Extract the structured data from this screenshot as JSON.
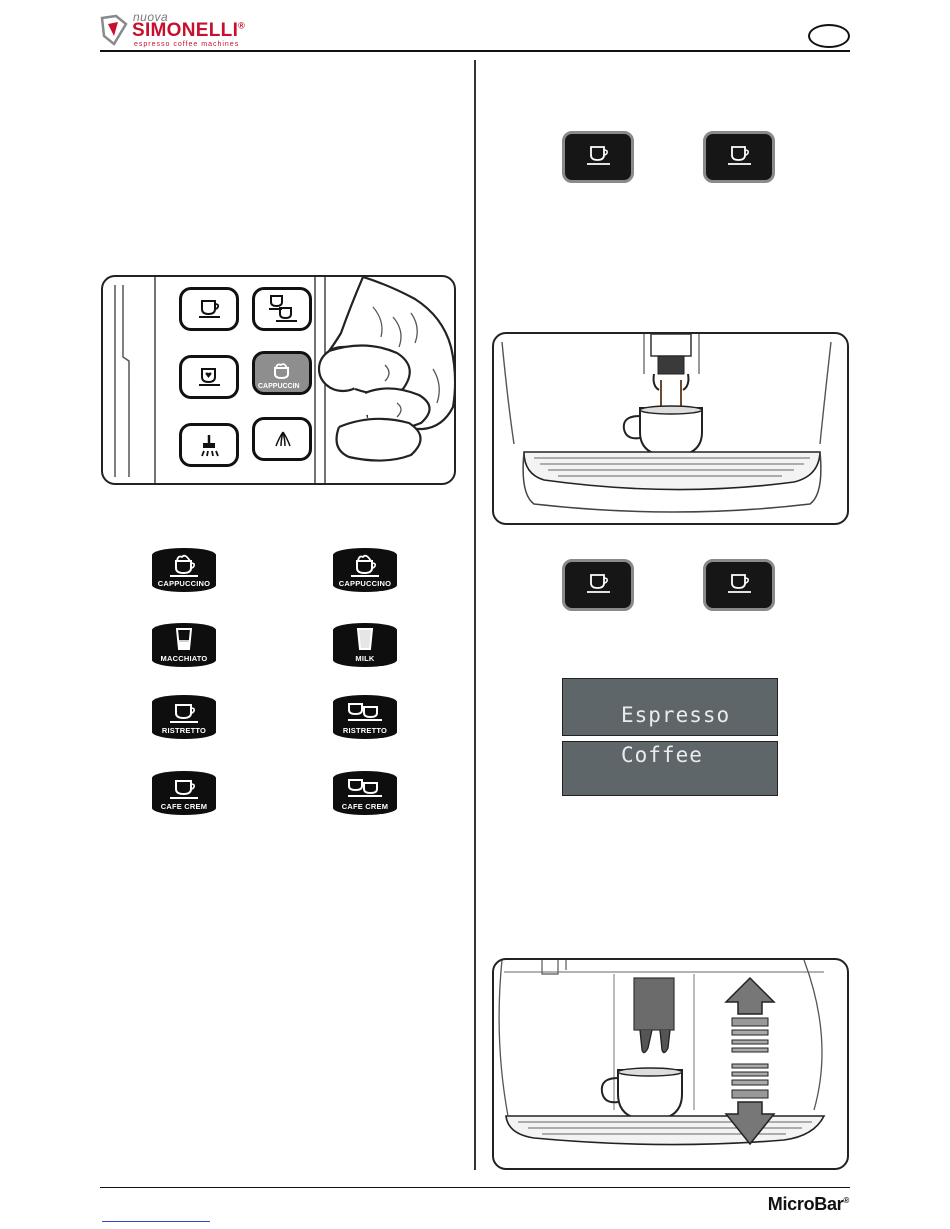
{
  "header": {
    "logo": {
      "prefix": "nuova",
      "brand": "SIMONELLI",
      "registered": "®",
      "tagline": "espresso coffee machines"
    }
  },
  "keypad": {
    "cappuccino_key_label": "CAPPUCCIN"
  },
  "label_icons": [
    {
      "label": "CAPPUCCINO",
      "icon": "cappuccino-cup-icon"
    },
    {
      "label": "CAPPUCCINO",
      "icon": "cappuccino-cup-icon"
    },
    {
      "label": "MACCHIATO",
      "icon": "macchiato-glass-icon"
    },
    {
      "label": "MILK",
      "icon": "milk-glass-icon"
    },
    {
      "label": "RISTRETTO",
      "icon": "single-cup-icon"
    },
    {
      "label": "RISTRETTO",
      "icon": "double-cup-icon"
    },
    {
      "label": "CAFE CREM",
      "icon": "single-cup-icon"
    },
    {
      "label": "CAFE CREM",
      "icon": "double-cup-icon"
    }
  ],
  "displays": {
    "espresso": "Espresso",
    "coffee": "Coffee"
  },
  "footer": {
    "product": "MicroBar",
    "registered": "®"
  },
  "colors": {
    "brand_red": "#c8102e",
    "lcd_background": "#5f6669",
    "button_black": "#161616"
  }
}
